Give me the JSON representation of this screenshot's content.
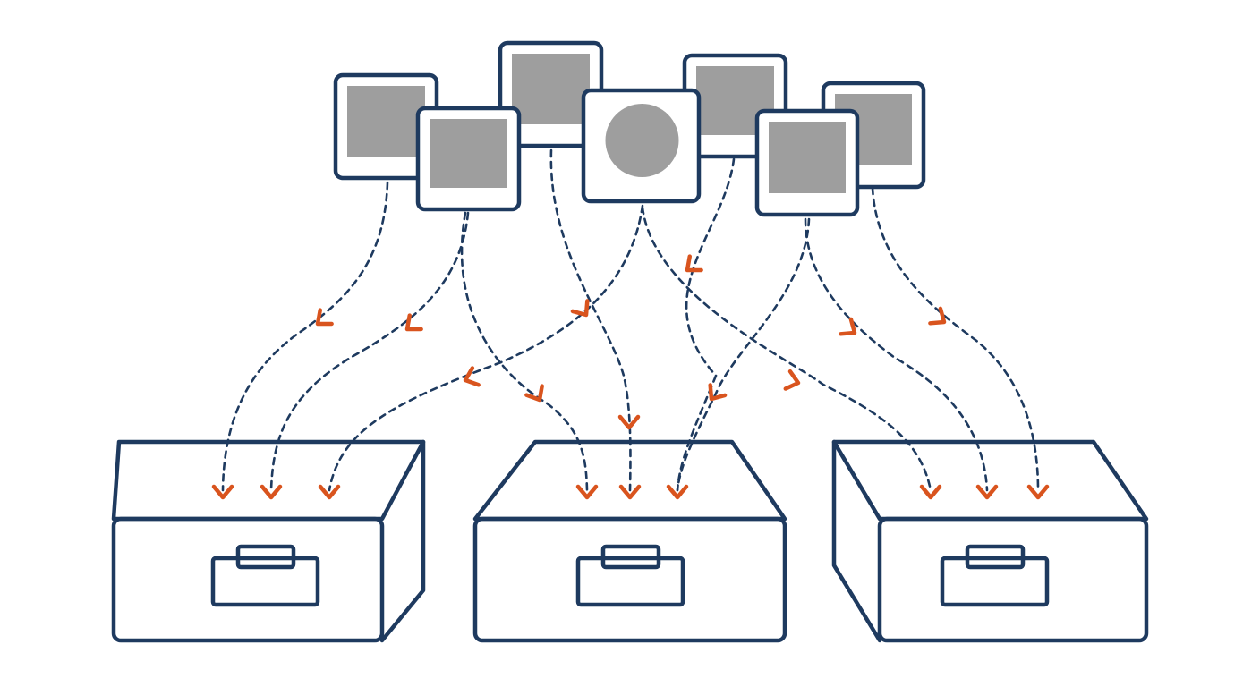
{
  "colors": {
    "outline": "#1e3a5f",
    "thumbnail_fill": "#9e9e9e",
    "arrow": "#d9541e",
    "card_background": "#ffffff",
    "page_background": "#ffffff"
  },
  "items": [
    {
      "id": "image-1",
      "icon": "image-thumbnail-icon",
      "content": "gray-square",
      "target_bin": "bin-left"
    },
    {
      "id": "image-2",
      "icon": "image-thumbnail-icon",
      "content": "gray-square",
      "target_bin": "bin-left"
    },
    {
      "id": "image-3",
      "icon": "image-thumbnail-icon",
      "content": "gray-square",
      "target_bin": "bin-middle"
    },
    {
      "id": "image-4",
      "icon": "image-thumbnail-icon",
      "content": "gray-circle",
      "target_bin": "bin-left"
    },
    {
      "id": "image-5",
      "icon": "image-thumbnail-icon",
      "content": "gray-square",
      "target_bin": "bin-middle"
    },
    {
      "id": "image-6",
      "icon": "image-thumbnail-icon",
      "content": "gray-square",
      "target_bin": "bin-middle"
    },
    {
      "id": "image-7",
      "icon": "image-thumbnail-icon",
      "content": "gray-square",
      "target_bin": "bin-right"
    }
  ],
  "bins": [
    {
      "id": "bin-left",
      "icon": "drawer-bin-icon",
      "incoming_arrows": 3
    },
    {
      "id": "bin-middle",
      "icon": "drawer-bin-icon",
      "incoming_arrows": 3
    },
    {
      "id": "bin-right",
      "icon": "drawer-bin-icon",
      "incoming_arrows": 3
    }
  ]
}
